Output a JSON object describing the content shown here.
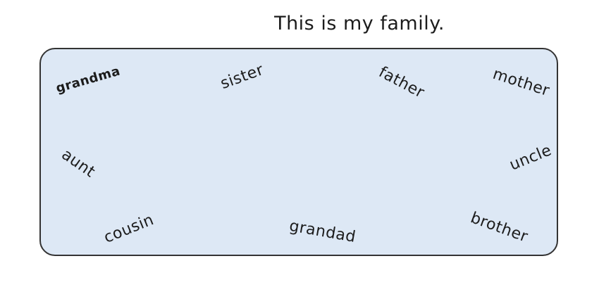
{
  "title": "This is my family.",
  "words": {
    "grandma": "grandma",
    "sister": "sister",
    "father": "father",
    "mother": "mother",
    "aunt": "aunt",
    "uncle": "uncle",
    "cousin": "cousin",
    "grandad": "grandad",
    "brother": "brother"
  },
  "colors": {
    "panel_fill": "#dde8f5",
    "panel_border": "#333333",
    "text": "#1c1c1c"
  }
}
